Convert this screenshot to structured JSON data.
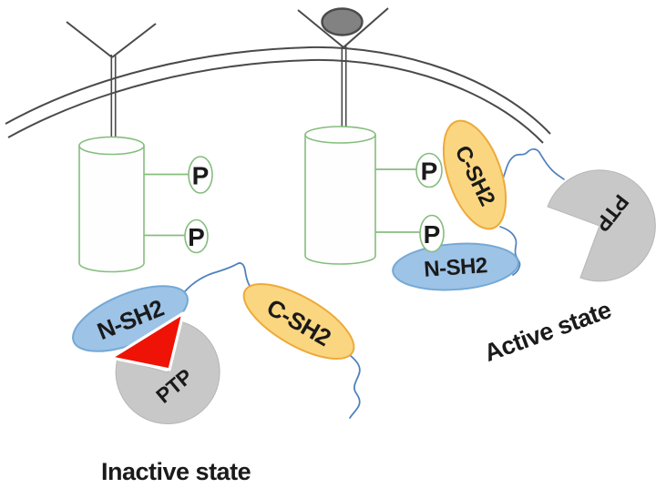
{
  "inactive": {
    "state_label": "Inactive state",
    "n_sh2_label": "N-SH2",
    "c_sh2_label": "C-SH2",
    "ptp_label": "PTP",
    "phospho_sites": [
      "P",
      "P"
    ]
  },
  "active": {
    "state_label": "Active state",
    "n_sh2_label": "N-SH2",
    "c_sh2_label": "C-SH2",
    "ptp_label": "PTP",
    "phospho_sites": [
      "P",
      "P"
    ]
  },
  "colors": {
    "receptor_outline_green": "#85bd7d",
    "receptor_fill": "#fdfefd",
    "sh2_blue_fill": "#9dc3e6",
    "sh2_blue_stroke": "#74a9d6",
    "sh2_orange_fill": "#fbd680",
    "sh2_orange_stroke": "#edaa3a",
    "ptp_gray_fill": "#c8c8c8",
    "ptp_gray_stroke": "#b5b5b5",
    "inhibitory_red": "#ee1306",
    "wedge_border_white": "#ffffff",
    "ligand_fill": "#828282",
    "membrane_line": "#4a4a4a",
    "linker_blue": "#4f81bd",
    "text_dark": "#1a1a1a",
    "phospho_fill": "#ffffff"
  }
}
